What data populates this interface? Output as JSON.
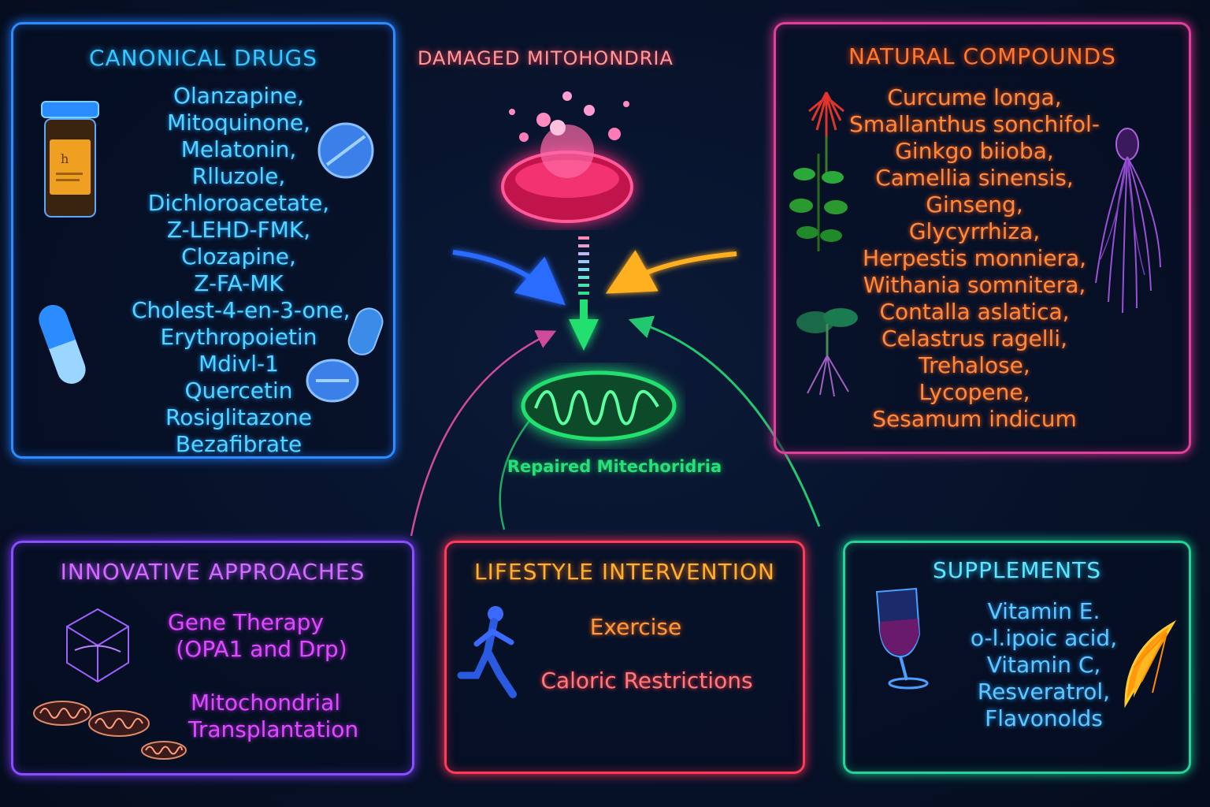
{
  "colors": {
    "background": "#07122a",
    "canonical": "#2a8cff",
    "natural": "#e0409a",
    "innovative": "#8a4dff",
    "lifestyle": "#ff3a5a",
    "supplements": "#23d39a",
    "repaired": "#28e07a",
    "damaged": "#ff3a7a"
  },
  "center": {
    "damaged_label": "DAMAGED MITOHONDRIA",
    "repaired_label": "Repaired Mitechoridria"
  },
  "canonical": {
    "title": "CANONICAL DRUGS",
    "items": [
      "Olanzapine,",
      "Mitoquinone,",
      "Melatonin,",
      "Rlluzole,",
      "Dichloroacetate,",
      "Z-LEHD-FMK,",
      "Clozapine,",
      "Z-FA-MK",
      "Cholest-4-en-3-one,",
      "Erythropoietin",
      "Mdivl-1",
      "Quercetin",
      "Rosiglitazone",
      "Bezafibrate"
    ],
    "icons": [
      "pill-bottle-icon",
      "tablet-icon",
      "capsule-icon"
    ]
  },
  "natural": {
    "title": "NATURAL COMPOUNDS",
    "items": [
      "Curcume longa,",
      "Smallanthus sonchifol-",
      "Ginkgo biioba,",
      "Camellia sinensis,",
      "Ginseng,",
      "Glycyrrhiza,",
      "Herpestis monniera,",
      "Withania somnitera,",
      "Contalla aslatica,",
      "Celastrus ragelli,",
      "Trehalose,",
      "Lycopene,",
      "Sesamum indicum"
    ],
    "icons": [
      "red-flower-icon",
      "green-herb-icon",
      "root-plant-icon",
      "purple-root-icon"
    ]
  },
  "innovative": {
    "title": "INNOVATIVE APPROACHES",
    "gene_line1": "Gene Therapy",
    "gene_line2": "(OPA1 and Drp)",
    "mito_line1": "Mitochondrial",
    "mito_line2": "Transplantation",
    "icons": [
      "virus-capsid-icon",
      "mitochondria-icon"
    ]
  },
  "lifestyle": {
    "title": "LIFESTYLE INTERVENTION",
    "items": [
      "Exercise",
      "Caloric Restrictions"
    ],
    "icons": [
      "runner-icon"
    ]
  },
  "supplements": {
    "title": "SUPPLEMENTS",
    "items": [
      "Vitamin E.",
      "o-l.ipoic acid,",
      "Vitamin C,",
      "Resveratrol,",
      "Flavonolds"
    ],
    "icons": [
      "wine-glass-icon",
      "orange-slice-icon"
    ]
  }
}
